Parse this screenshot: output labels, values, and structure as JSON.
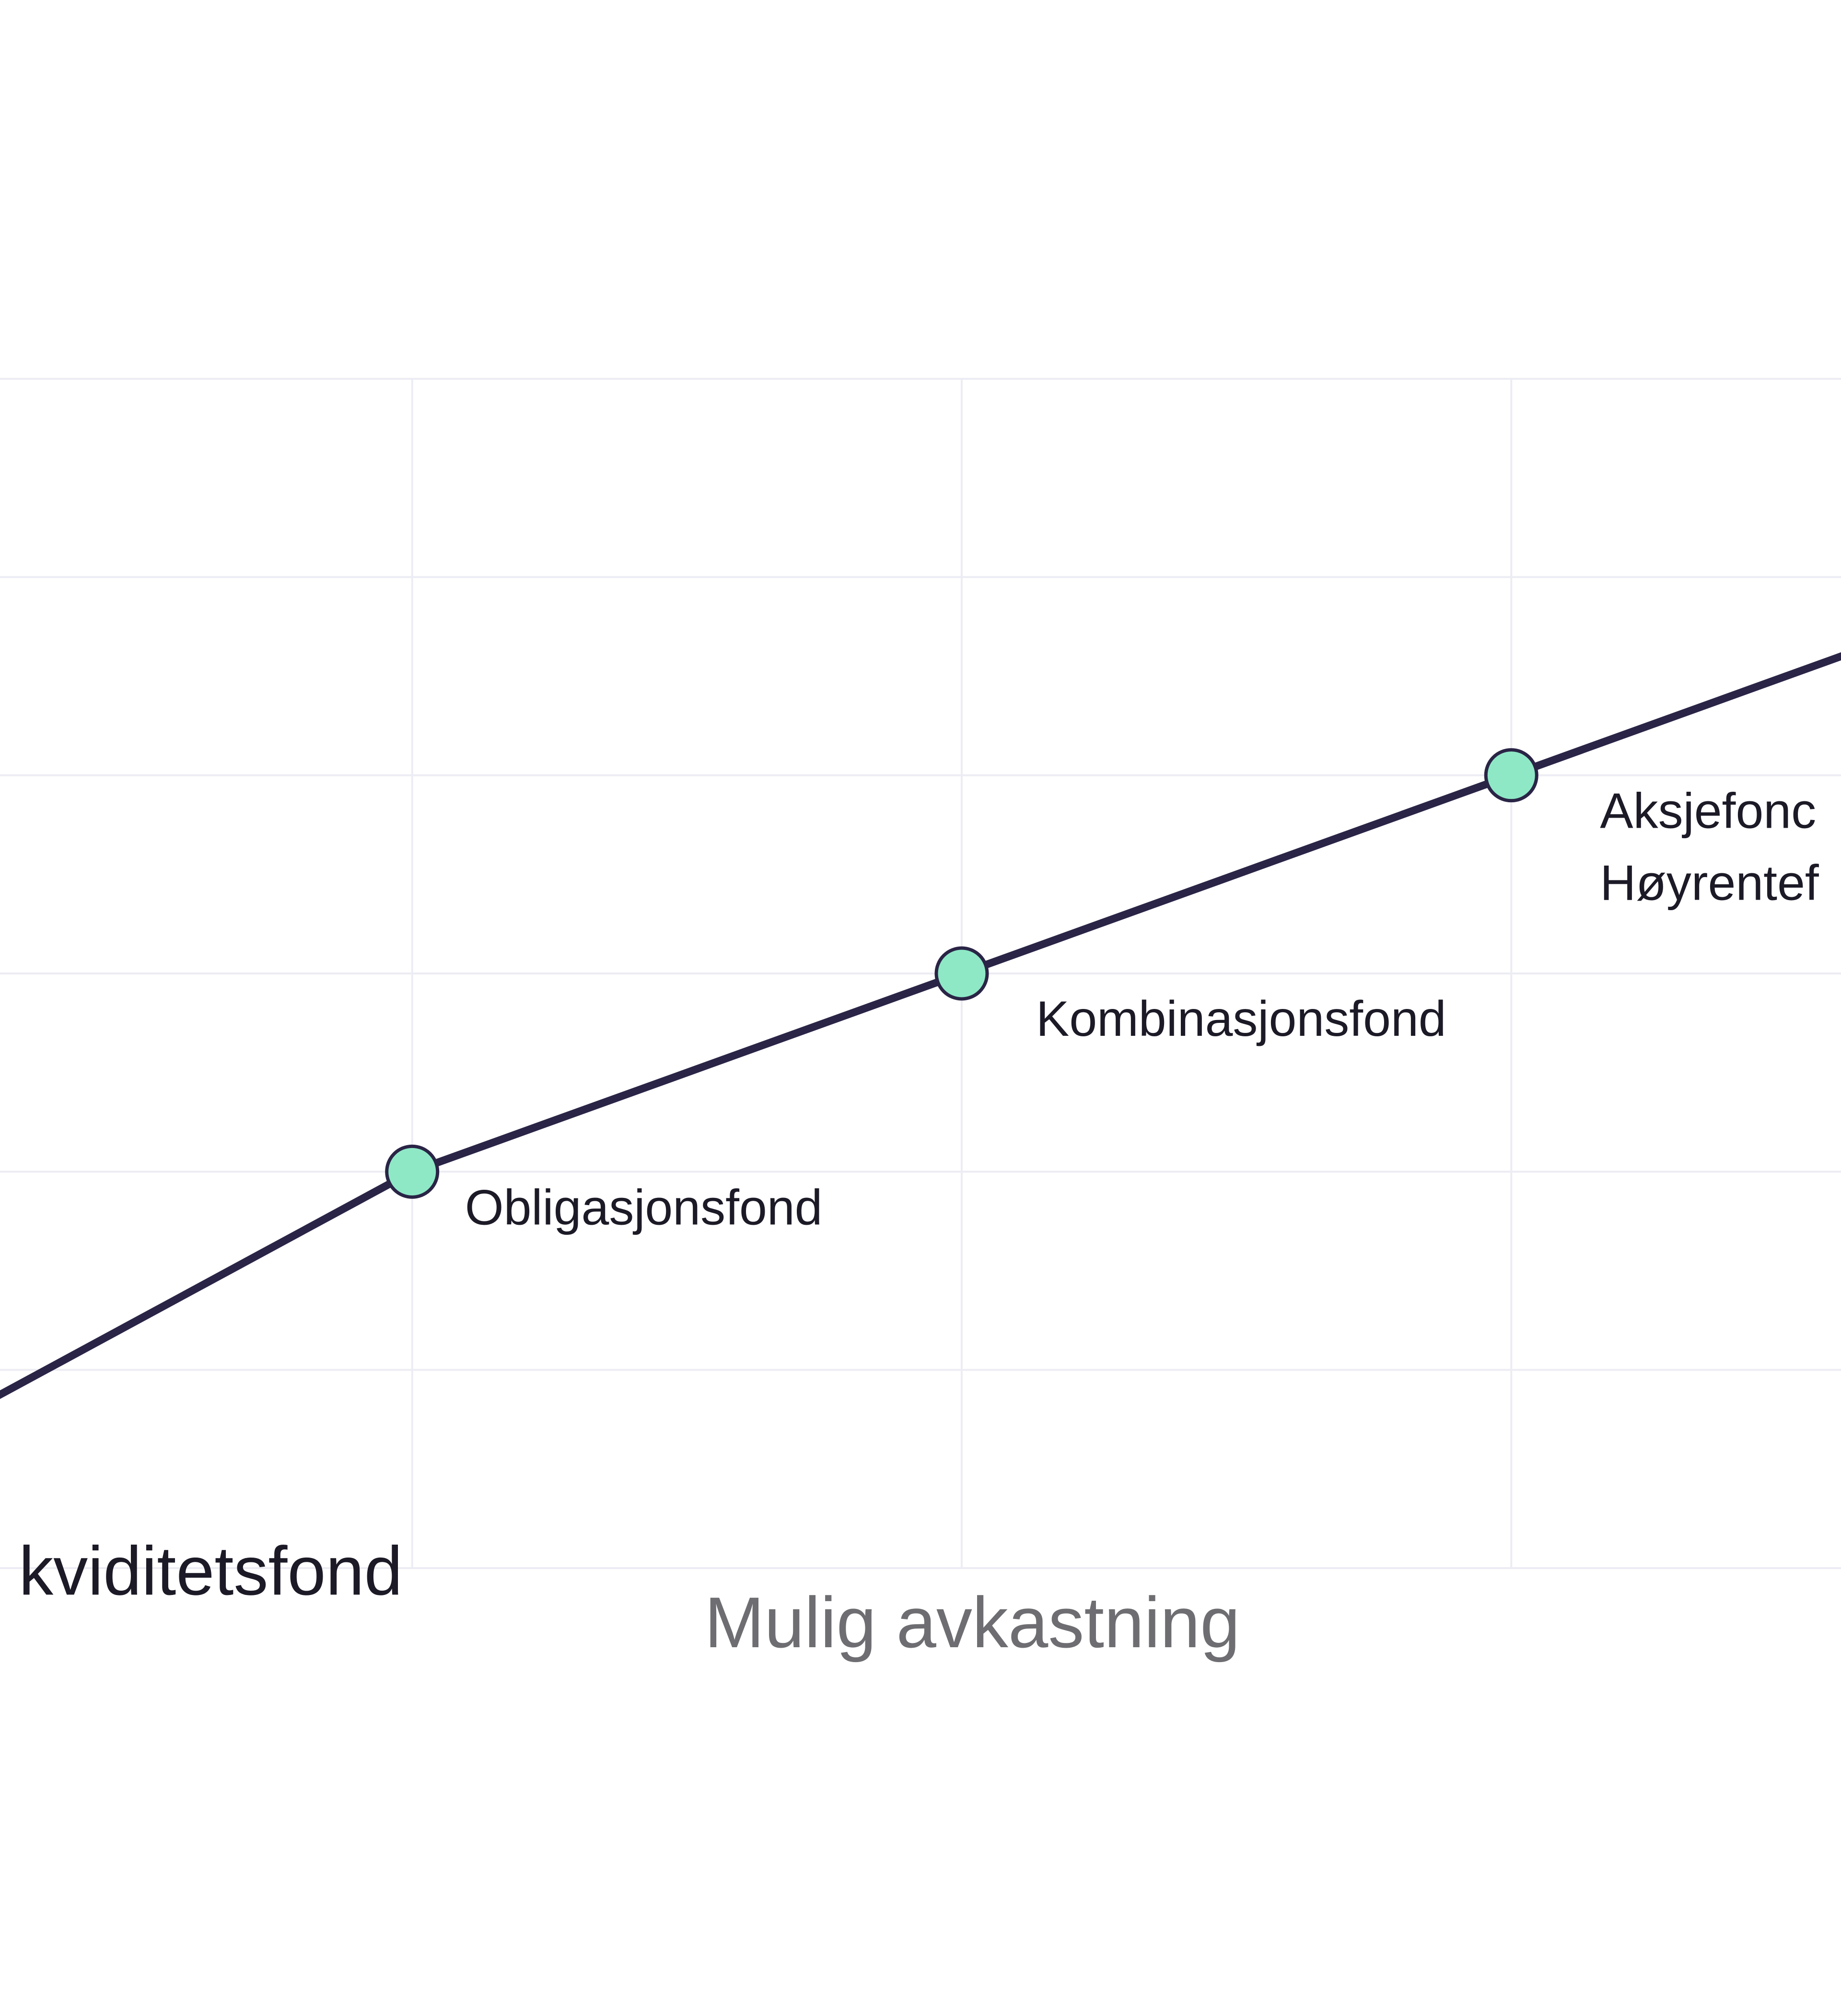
{
  "colors": {
    "line": "#2a2446",
    "marker_fill": "#8ee8c6",
    "grid": "#ececf4",
    "axis_label": "#6e6e72",
    "point_label": "#1c1a26",
    "background": "#ffffff"
  },
  "chart_data": {
    "type": "line",
    "title": "",
    "xlabel": "Mulig avkastning",
    "ylabel": "",
    "grid": true,
    "legend": "none",
    "xlim": [
      0.25,
      3.6
    ],
    "ylim": [
      0,
      6
    ],
    "series": [
      {
        "values": [
          {
            "x": 0,
            "y": 0.5,
            "label": "Likviditetsfond",
            "visible_label": "kviditetsfond",
            "marker": false
          },
          {
            "x": 1,
            "y": 2,
            "label": "Obligasjonsfond",
            "visible_label": "Obligasjonsfond",
            "marker": true
          },
          {
            "x": 2,
            "y": 3,
            "label": "Kombinasjonsfond",
            "visible_label": "Kombinasjonsfond",
            "marker": true
          },
          {
            "x": 3,
            "y": 4,
            "label": "Aksjefond\nHøyrentefond",
            "visible_label": "Aksjefonc\nHøyrentef",
            "marker": true
          },
          {
            "x": 4,
            "y": 5,
            "marker": false
          }
        ]
      }
    ]
  }
}
